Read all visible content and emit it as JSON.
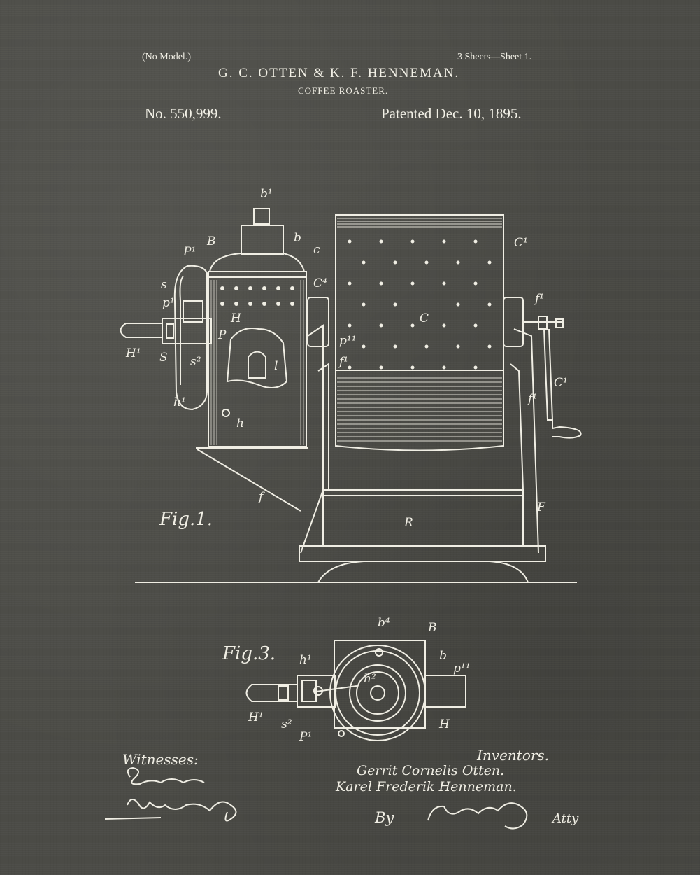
{
  "header": {
    "no_model": "(No Model.)",
    "sheets": "3 Sheets—Sheet 1.",
    "inventors_names": "G. C. OTTEN & K. F. HENNEMAN.",
    "title": "COFFEE ROASTER.",
    "patent_number": "No. 550,999.",
    "patent_date": "Patented Dec. 10, 1895."
  },
  "figures": {
    "fig1_label": "Fig.1.",
    "fig3_label": "Fig.3.",
    "fig1_labels": {
      "b1": "b¹",
      "P1": "P¹",
      "B": "B",
      "b": "b",
      "c": "c",
      "C1_top": "C¹",
      "C4": "C⁴",
      "s": "s",
      "p1": "p¹",
      "H": "H",
      "C_center": "C",
      "f1_top": "f¹",
      "H1": "H¹",
      "S": "S",
      "P": "P",
      "s2": "s²",
      "l": "l",
      "p11": "p¹¹",
      "f1_mid": "f¹",
      "C1_side": "C¹",
      "h1": "h¹",
      "h": "h",
      "f1_low": "f¹",
      "f": "f",
      "F": "F",
      "R": "R"
    },
    "fig3_labels": {
      "b4": "b⁴",
      "B": "B",
      "h1": "h¹",
      "b": "b",
      "p11": "p¹¹",
      "h2": "h²",
      "H1": "H¹",
      "s2": "s²",
      "P1": "P¹",
      "H": "H"
    }
  },
  "footer": {
    "witnesses_label": "Witnesses:",
    "inventors_label": "Inventors.",
    "inventor_1": "Gerrit Cornelis Otten.",
    "inventor_2": "Karel Frederik Henneman.",
    "by_label": "By",
    "atty_label": "Atty"
  },
  "colors": {
    "background": "#4b4b46",
    "ink": "#f0eee4"
  }
}
